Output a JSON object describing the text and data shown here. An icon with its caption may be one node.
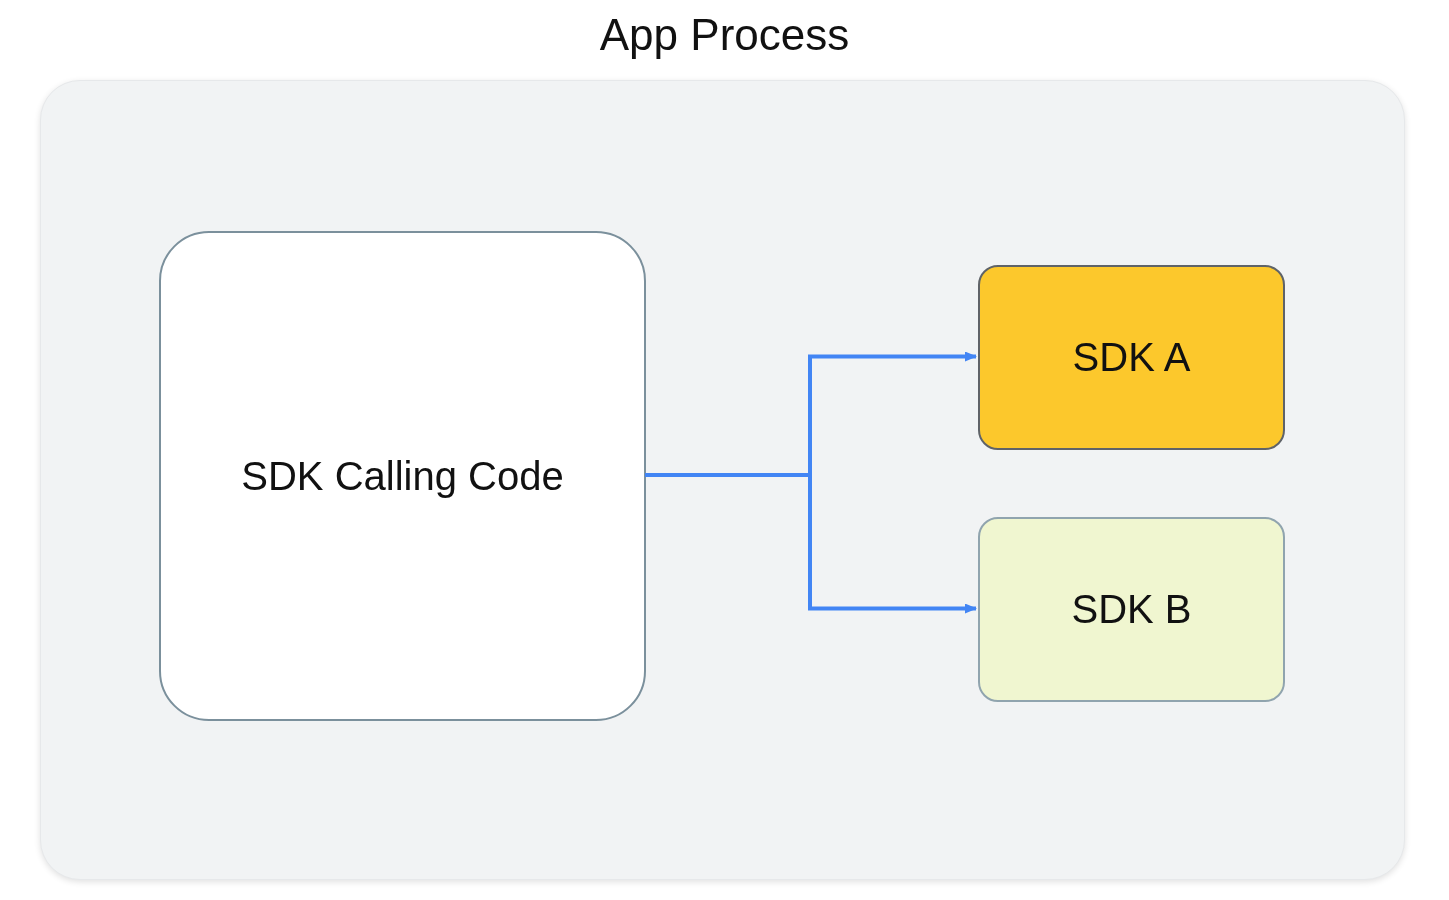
{
  "diagram": {
    "nodes": [
      {
        "text": [
          "App Process"
        ]
      },
      {
        "text": [
          "SDK Calling Code"
        ],
        "in": 0
      },
      {
        "text": [
          "SDK A"
        ],
        "in": 0
      },
      {
        "text": [
          "SDK B"
        ],
        "in": 0
      }
    ],
    "edges": [
      {
        "from": 1,
        "to": 2,
        "arrow": "to"
      },
      {
        "from": 1,
        "to": 3,
        "arrow": "to"
      }
    ]
  }
}
